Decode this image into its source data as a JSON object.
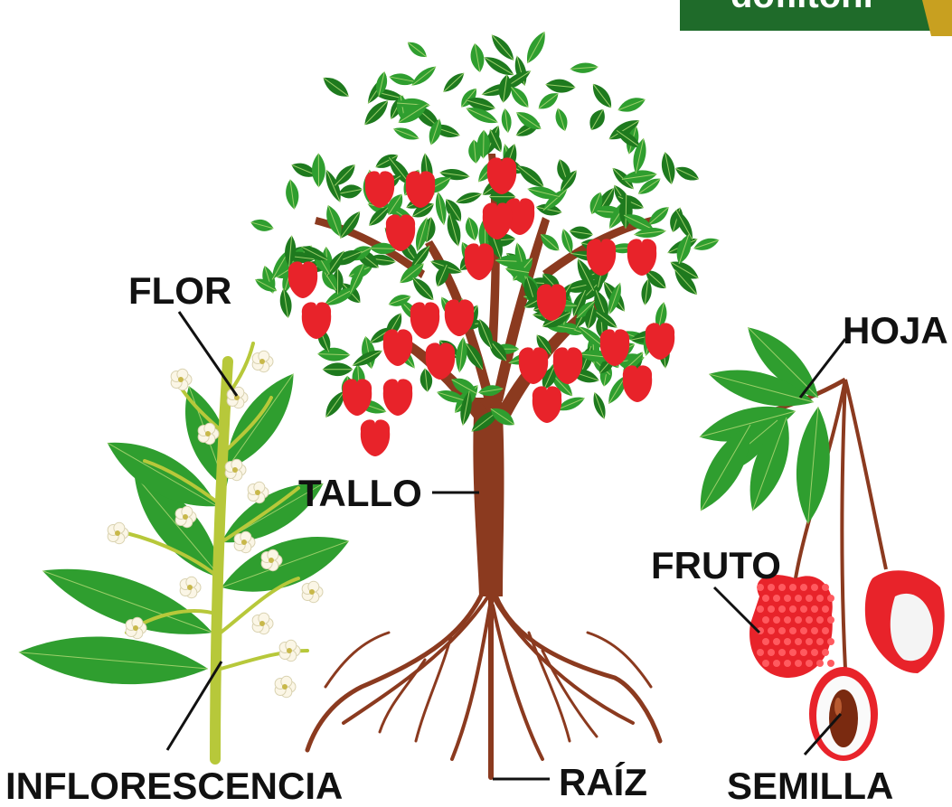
{
  "badge": {
    "text": "dofiltoni"
  },
  "labels": {
    "flor": "FLOR",
    "tallo": "TALLO",
    "hoja": "HOJA",
    "fruto": "FRUTO",
    "inflorescencia": "INFLORESCENCIA",
    "raiz": "RAÍZ",
    "semilla": "SEMILLA"
  },
  "colors": {
    "leaf": "#2f9e2f",
    "leaf_dark": "#1e7a1e",
    "trunk": "#8b3a1f",
    "fruit": "#e8232a",
    "badge_bg": "#1f6b2a",
    "badge_accent": "#c8a020",
    "flower_stem": "#b7c83a",
    "seed": "#7a2a10"
  }
}
